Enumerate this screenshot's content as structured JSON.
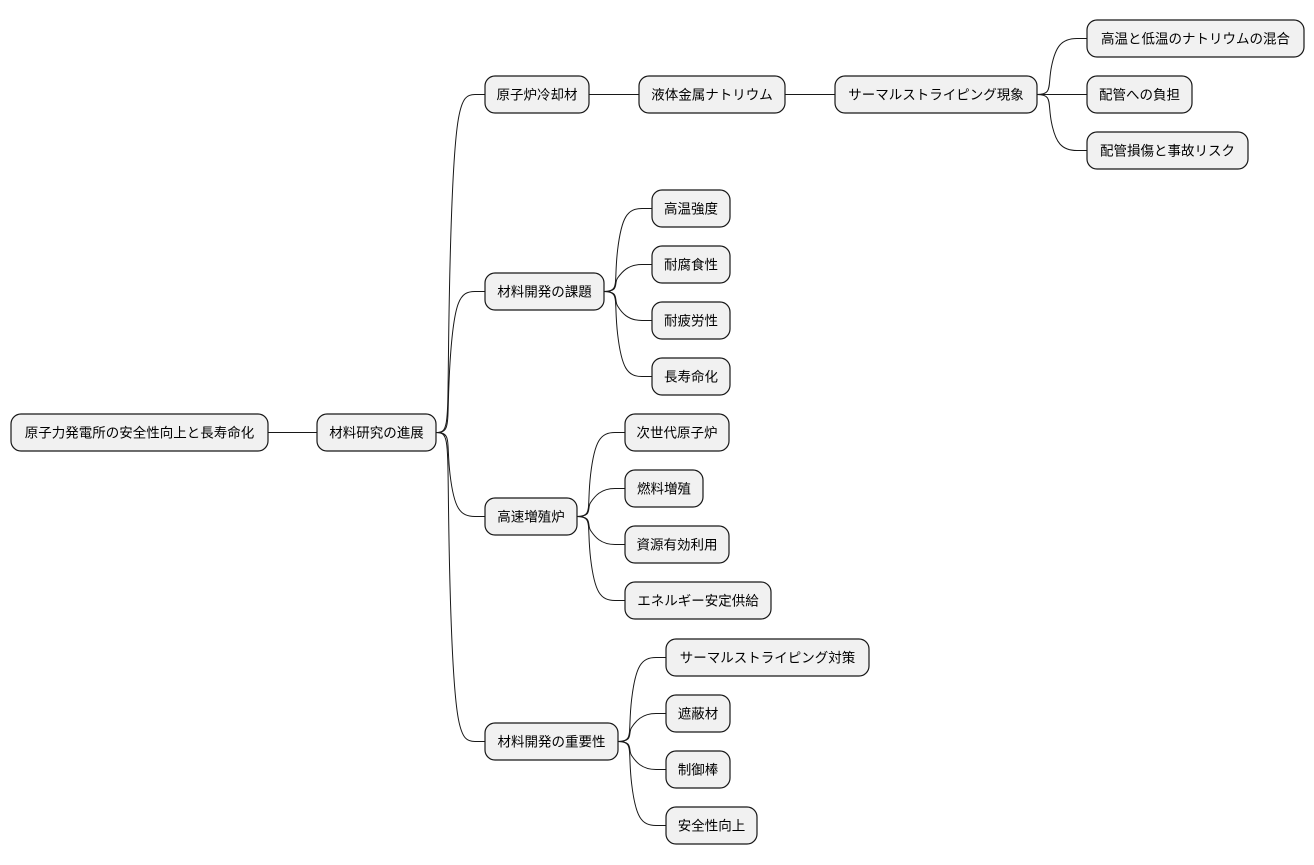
{
  "mindmap": {
    "id": "root",
    "label": "原子力発電所の安全性向上と長寿命化",
    "children": [
      {
        "id": "research",
        "label": "材料研究の進展",
        "children": [
          {
            "id": "coolant",
            "label": "原子炉冷却材",
            "children": [
              {
                "id": "sodium",
                "label": "液体金属ナトリウム",
                "children": [
                  {
                    "id": "thermal",
                    "label": "サーマルストライピング現象",
                    "children": [
                      {
                        "id": "mix",
                        "label": "高温と低温のナトリウムの混合"
                      },
                      {
                        "id": "burden",
                        "label": "配管への負担"
                      },
                      {
                        "id": "damage",
                        "label": "配管損傷と事故リスク"
                      }
                    ]
                  }
                ]
              }
            ]
          },
          {
            "id": "issues",
            "label": "材料開発の課題",
            "children": [
              {
                "id": "strength",
                "label": "高温強度"
              },
              {
                "id": "corrosion",
                "label": "耐腐食性"
              },
              {
                "id": "fatigue",
                "label": "耐疲労性"
              },
              {
                "id": "life",
                "label": "長寿命化"
              }
            ]
          },
          {
            "id": "fbr",
            "label": "高速増殖炉",
            "children": [
              {
                "id": "nextgen",
                "label": "次世代原子炉"
              },
              {
                "id": "breeding",
                "label": "燃料増殖"
              },
              {
                "id": "resources",
                "label": "資源有効利用"
              },
              {
                "id": "energy",
                "label": "エネルギー安定供給"
              }
            ]
          },
          {
            "id": "importance",
            "label": "材料開発の重要性",
            "children": [
              {
                "id": "tscountermeasure",
                "label": "サーマルストライピング対策"
              },
              {
                "id": "shielding",
                "label": "遮蔽材"
              },
              {
                "id": "controlrod",
                "label": "制御棒"
              },
              {
                "id": "safety",
                "label": "安全性向上"
              }
            ]
          }
        ]
      }
    ]
  }
}
